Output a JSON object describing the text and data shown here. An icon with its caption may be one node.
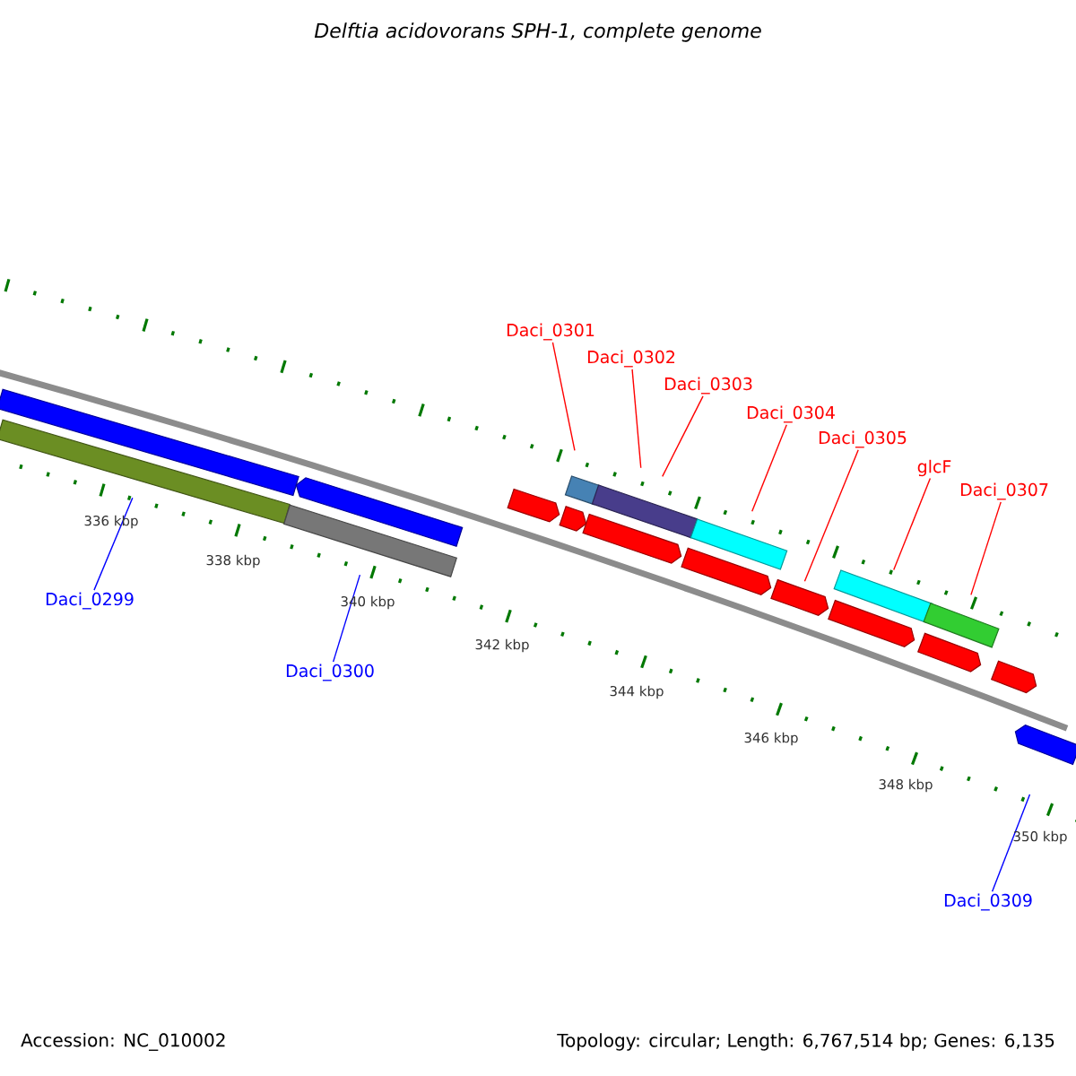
{
  "diagram": {
    "title": "Delftia acidovorans SPH-1, complete genome",
    "nodes": [
      {
        "text": [
          "Daci_0301"
        ]
      },
      {
        "text": [
          "Daci_0302"
        ]
      },
      {
        "text": [
          "Daci_0303"
        ]
      },
      {
        "text": [
          "Daci_0304"
        ]
      },
      {
        "text": [
          "Daci_0305"
        ]
      },
      {
        "text": [
          "glcF"
        ]
      },
      {
        "text": [
          "Daci_0307"
        ]
      },
      {
        "text": [
          "Daci_0299"
        ]
      },
      {
        "text": [
          "Daci_0300"
        ]
      },
      {
        "text": [
          "Daci_0309"
        ]
      },
      {
        "text": [],
        "shape": "bar"
      },
      {
        "text": [],
        "shape": "bar"
      },
      {
        "text": [],
        "shape": "bar"
      },
      {
        "text": [],
        "shape": "arrow"
      },
      {
        "text": [],
        "shape": "arrow"
      },
      {
        "text": [],
        "shape": "arrow"
      },
      {
        "text": [],
        "shape": "bar"
      },
      {
        "text": [],
        "shape": "arrow"
      },
      {
        "text": [],
        "shape": "bar"
      },
      {
        "text": [],
        "shape": "arrow"
      },
      {
        "text": [],
        "shape": "bar"
      },
      {
        "text": [],
        "shape": "arrow"
      },
      {
        "text": [],
        "shape": "arrow"
      },
      {
        "text": [],
        "shape": "bar"
      },
      {
        "text": [],
        "shape": "arrow"
      },
      {
        "text": [],
        "shape": "bar"
      },
      {
        "text": [],
        "shape": "arrow"
      },
      {
        "text": [],
        "shape": "arrow"
      }
    ],
    "edges": [
      {
        "from": 0,
        "to": 16,
        "arrow": "none"
      },
      {
        "from": 1,
        "to": 18,
        "arrow": "none"
      },
      {
        "from": 2,
        "to": 18,
        "arrow": "none"
      },
      {
        "from": 3,
        "to": 20,
        "arrow": "none"
      },
      {
        "from": 4,
        "to": 21,
        "arrow": "none"
      },
      {
        "from": 5,
        "to": 23,
        "arrow": "none"
      },
      {
        "from": 6,
        "to": 25,
        "arrow": "none"
      },
      {
        "from": 7,
        "to": 11,
        "arrow": "none",
        "color": "#0000ff"
      },
      {
        "from": 8,
        "to": 12,
        "arrow": "none",
        "color": "#0000ff"
      },
      {
        "from": 9,
        "to": 27,
        "arrow": "none",
        "color": "#0000ff"
      }
    ],
    "labels": [
      "336 kbp",
      "338 kbp",
      "340 kbp",
      "342 kbp",
      "344 kbp",
      "346 kbp",
      "348 kbp",
      "350 kbp",
      "Accession: NC_010002",
      "Topology: circular; Length: 6,767,514 bp; Genes: 6,135"
    ]
  }
}
